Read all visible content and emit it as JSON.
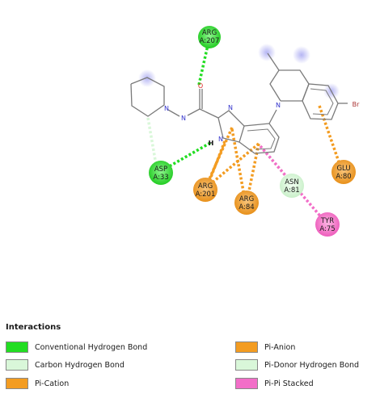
{
  "molecule_atoms": {
    "oxygen": "O",
    "nitrogen": "N",
    "hydrogen": "H",
    "bromine": "Br"
  },
  "residues": [
    {
      "id": "arg207",
      "label1": "ARG",
      "label2": "A:207",
      "type": "Conventional Hydrogen Bond"
    },
    {
      "id": "asp33",
      "label1": "ASP",
      "label2": "A:33",
      "type": "Conventional Hydrogen Bond"
    },
    {
      "id": "arg201",
      "label1": "ARG",
      "label2": "A:201",
      "type": "Pi-Cation"
    },
    {
      "id": "arg84",
      "label1": "ARG",
      "label2": "A:84",
      "type": "Pi-Cation"
    },
    {
      "id": "asn81",
      "label1": "ASN",
      "label2": "A:81",
      "type": "Pi-Donor Hydrogen Bond"
    },
    {
      "id": "tyr75",
      "label1": "TYR",
      "label2": "A:75",
      "type": "Pi-Pi Stacked"
    },
    {
      "id": "glu80",
      "label1": "GLU",
      "label2": "A:80",
      "type": "Pi-Anion"
    }
  ],
  "legend": {
    "title": "Interactions",
    "items": [
      {
        "label": "Conventional Hydrogen Bond",
        "color": "#22dd22"
      },
      {
        "label": "Carbon Hydrogen Bond",
        "color": "#d9f7d9"
      },
      {
        "label": "Pi-Cation",
        "color": "#f39c21"
      },
      {
        "label": "Pi-Anion",
        "color": "#f39c21"
      },
      {
        "label": "Pi-Donor Hydrogen Bond",
        "color": "#d9f7d9"
      },
      {
        "label": "Pi-Pi Stacked",
        "color": "#f26ec8"
      }
    ]
  },
  "colors": {
    "hbond": "#22dd22",
    "carbon_hbond": "#d9f7d9",
    "pi_orange": "#f39c21",
    "pi_stacked": "#f26ec8",
    "bond": "#7a7a7a",
    "nitrogen": "#3333cc",
    "oxygen": "#dd2222",
    "bromine": "#aa3333",
    "halo": "#b8b8f0"
  }
}
